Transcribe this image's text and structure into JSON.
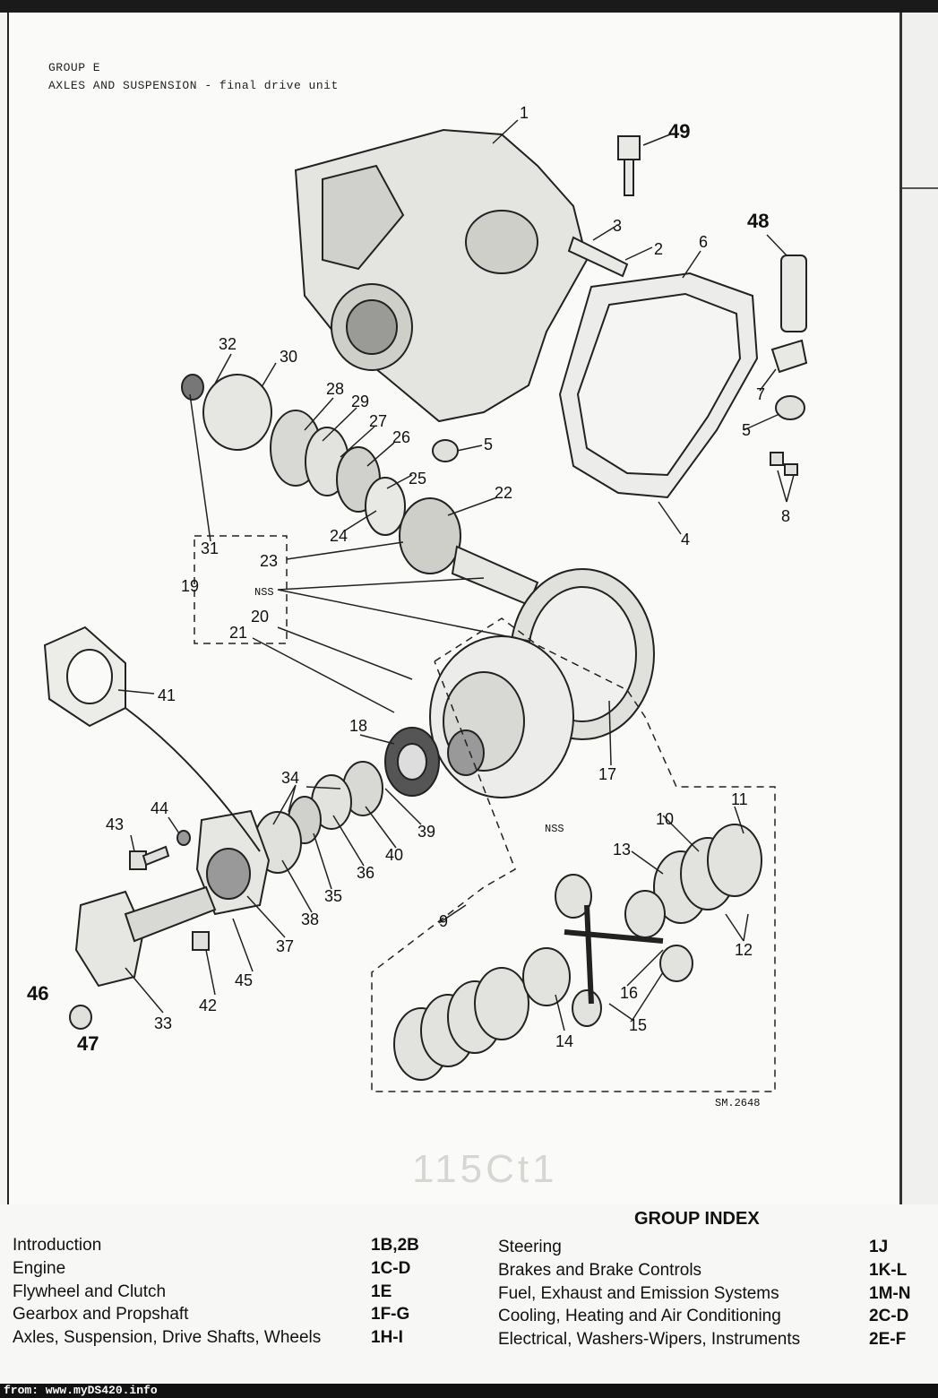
{
  "header": {
    "group": "GROUP E",
    "title": "AXLES AND SUSPENSION - final drive unit"
  },
  "figure": {
    "ref": "SM.2648",
    "nss": "NSS",
    "part_numbers": [
      "1",
      "2",
      "3",
      "4",
      "5",
      "5",
      "6",
      "7",
      "8",
      "9",
      "10",
      "11",
      "12",
      "13",
      "14",
      "15",
      "16",
      "17",
      "18",
      "19",
      "20",
      "21",
      "22",
      "23",
      "24",
      "25",
      "26",
      "27",
      "28",
      "29",
      "30",
      "31",
      "32",
      "33",
      "34",
      "35",
      "36",
      "37",
      "38",
      "39",
      "40",
      "41",
      "42",
      "43",
      "44",
      "45",
      "46",
      "47",
      "48",
      "49"
    ]
  },
  "group_index": {
    "title": "GROUP INDEX",
    "left": [
      {
        "label": "Introduction",
        "code": "1B,2B"
      },
      {
        "label": "Engine",
        "code": "1C-D"
      },
      {
        "label": "Flywheel and Clutch",
        "code": "1E"
      },
      {
        "label": "Gearbox and Propshaft",
        "code": "1F-G"
      },
      {
        "label": "Axles, Suspension, Drive Shafts, Wheels",
        "code": "1H-I"
      }
    ],
    "right": [
      {
        "label": "Steering",
        "code": "1J"
      },
      {
        "label": "Brakes and Brake Controls",
        "code": "1K-L"
      },
      {
        "label": "Fuel, Exhaust and Emission Systems",
        "code": "1M-N"
      },
      {
        "label": "Cooling, Heating and Air Conditioning",
        "code": "2C-D"
      },
      {
        "label": "Electrical, Washers-Wipers, Instruments",
        "code": "2E-F"
      }
    ]
  },
  "footer": {
    "source": "from: www.myDS420.info"
  },
  "ghost_mark": "115Ct1"
}
